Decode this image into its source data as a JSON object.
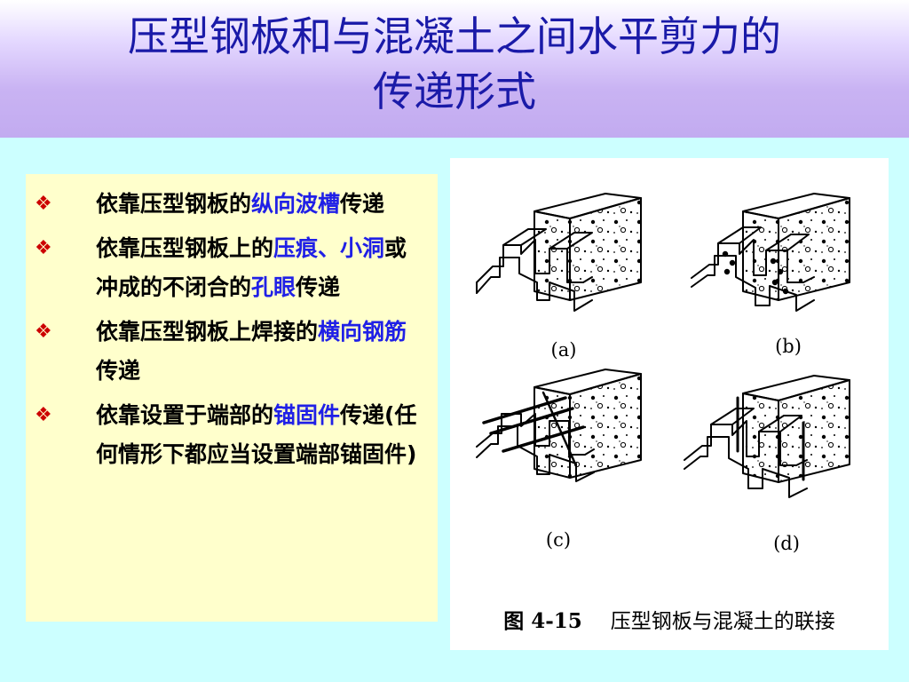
{
  "title": {
    "line1": "压型钢板和与混凝土之间水平剪力的",
    "line2": "传递形式"
  },
  "bullets": [
    {
      "marker": "❖",
      "parts": [
        {
          "text": "依靠压型钢板的",
          "hl": false
        },
        {
          "text": "纵向波槽",
          "hl": true
        },
        {
          "text": "传递",
          "hl": false
        }
      ]
    },
    {
      "marker": "❖",
      "parts": [
        {
          "text": "依靠压型钢板上的",
          "hl": false
        },
        {
          "text": "压痕、小洞",
          "hl": true
        },
        {
          "text": "或冲成的不闭合的",
          "hl": false
        },
        {
          "text": "孔眼",
          "hl": true
        },
        {
          "text": "传递",
          "hl": false
        }
      ]
    },
    {
      "marker": "❖",
      "parts": [
        {
          "text": "依靠压型钢板上焊接的",
          "hl": false
        },
        {
          "text": "横向钢筋",
          "hl": true
        },
        {
          "text": "传递",
          "hl": false
        }
      ]
    },
    {
      "marker": "❖",
      "parts": [
        {
          "text": "依靠设置于端部的",
          "hl": false
        },
        {
          "text": "锚固件",
          "hl": true
        },
        {
          "text": "传递(任何情形下都应当设置端部锚固件)",
          "hl": false
        }
      ]
    }
  ],
  "figure": {
    "labels": {
      "a": "(a)",
      "b": "(b)",
      "c": "(c)",
      "d": "(d)"
    },
    "caption_number": "图 4-15",
    "caption_text": "压型钢板与混凝土的联接"
  },
  "colors": {
    "title": "#1a1aa8",
    "highlight": "#2020e6",
    "bullet": "#cc0000",
    "background": "#ccffff",
    "panel": "#ffffcc"
  }
}
